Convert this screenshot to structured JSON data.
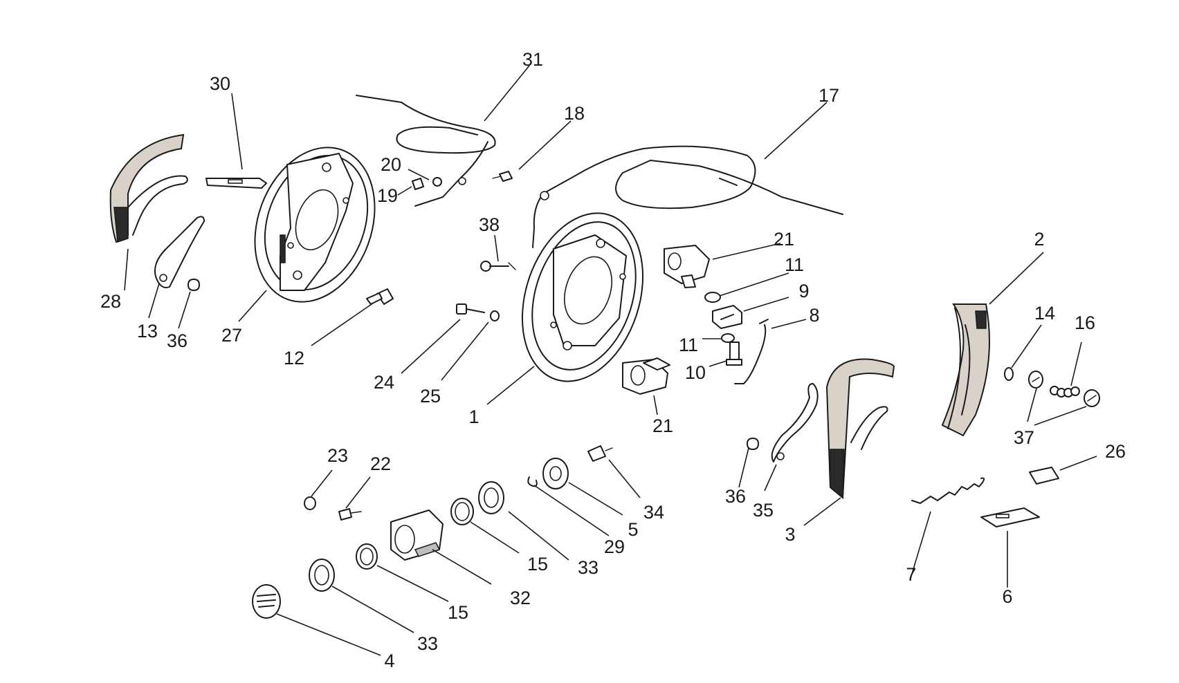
{
  "diagram": {
    "labels": [
      "1",
      "2",
      "3",
      "4",
      "5",
      "6",
      "7",
      "8",
      "9",
      "10",
      "11",
      "11",
      "12",
      "13",
      "14",
      "15",
      "15",
      "16",
      "17",
      "18",
      "19",
      "20",
      "21",
      "21",
      "22",
      "23",
      "24",
      "25",
      "26",
      "27",
      "28",
      "29",
      "30",
      "31",
      "32",
      "33",
      "33",
      "34",
      "35",
      "36",
      "36",
      "37",
      "38"
    ]
  }
}
